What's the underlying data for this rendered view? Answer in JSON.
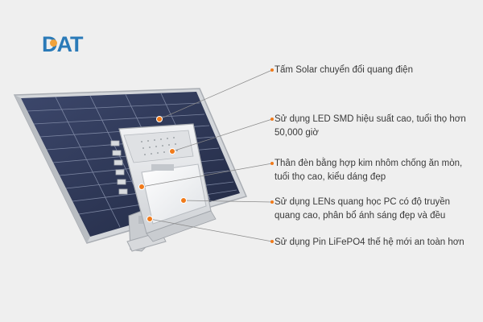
{
  "brand": {
    "logo_text": "DAT",
    "accent_color": "#2a7ab8",
    "mark_color": "#f2a23a"
  },
  "callouts": [
    {
      "text": "Tấm Solar chuyển đổi quang điện"
    },
    {
      "text": "Sử dụng LED SMD hiệu suất cao, tuổi thọ hơn 50,000 giờ"
    },
    {
      "text": "Thân đèn bằng hợp kim nhôm chống ăn mòn, tuổi thọ cao, kiểu dáng đẹp"
    },
    {
      "text": "Sử dụng LENs quang học PC có độ truyền quang cao, phân bổ ánh sáng đẹp và đều"
    },
    {
      "text": "Sử dụng Pin LiFePO4 thế hệ mới an toàn hơn"
    }
  ],
  "colors": {
    "marker": "#f07a1a",
    "panel_cell": "#2f3a5c",
    "panel_frame": "#c9ccd1",
    "lamp_body": "#e3e5e8"
  }
}
